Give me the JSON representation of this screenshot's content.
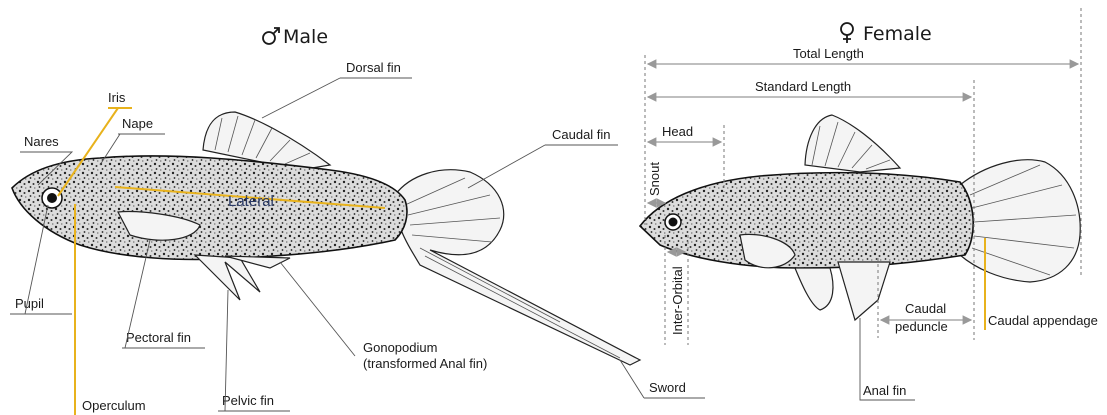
{
  "male": {
    "title": "Male",
    "symbol_icon": "male-symbol-icon",
    "labels": {
      "iris": "Iris",
      "nape": "Nape",
      "nares": "Nares",
      "dorsal_fin": "Dorsal fin",
      "caudal_fin": "Caudal fin",
      "lateral": "Lateral",
      "pupil": "Pupil",
      "pectoral_fin": "Pectoral fin",
      "gonopodium_line1": "Gonopodium",
      "gonopodium_line2": "(transformed Anal fin)",
      "pelvic_fin": "Pelvic fin",
      "operculum": "Operculum",
      "sword": "Sword"
    }
  },
  "female": {
    "title": "Female",
    "symbol_icon": "female-symbol-icon",
    "labels": {
      "total_length": "Total Length",
      "standard_length": "Standard Length",
      "head": "Head",
      "snout": "Snout",
      "inter_orbital": "Inter-Orbital",
      "caudal_peduncle_line1": "Caudal",
      "caudal_peduncle_line2": "peduncle",
      "caudal_appendage": "Caudal appendage",
      "anal_fin": "Anal fin"
    }
  },
  "colors": {
    "accent_leader": "#e8b21c",
    "lateral_text": "#2a3a66",
    "ink": "#1a1a1a"
  }
}
